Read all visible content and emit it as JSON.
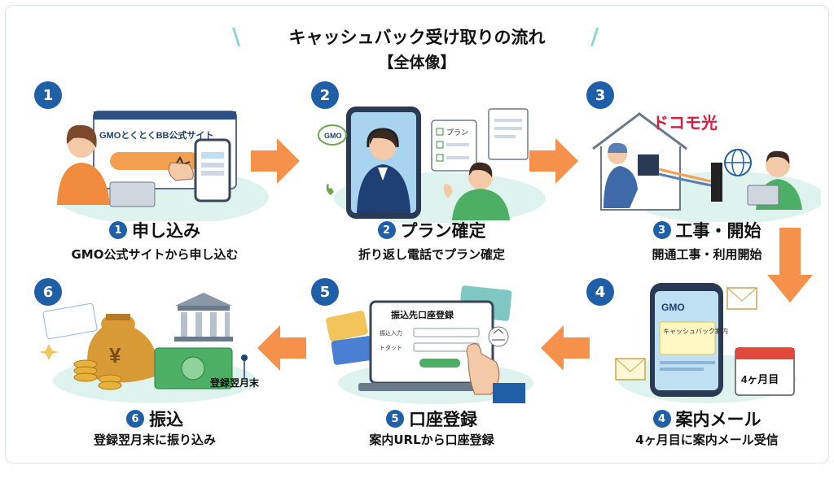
{
  "header": {
    "title": "キャッシュバック受け取りの流れ",
    "subtitle": "【全体像】"
  },
  "colors": {
    "accent": "#1f5fa8",
    "arrow": "#f5914a",
    "mint": "#dff3ee",
    "orange": "#f2a050"
  },
  "steps": [
    {
      "number": "1",
      "label": "申し込み",
      "desc": "GMO公式サイトから申し込む",
      "illus": {
        "site_name": "GMOとくとくBB公式サイト"
      }
    },
    {
      "number": "2",
      "label": "プラン確定",
      "desc": "折り返し電話でプラン確定",
      "illus": {
        "bubble_logo": "GMO",
        "doc_label": "プラン"
      }
    },
    {
      "number": "3",
      "label": "工事・開始",
      "desc": "開通工事・利用開始",
      "illus": {
        "brand": "ドコモ光"
      }
    },
    {
      "number": "4",
      "label": "案内メール",
      "desc": "4ヶ月目に案内メール受信",
      "illus": {
        "phone_logo": "GMO",
        "message": "キャッシュバック案内",
        "calendar": "4ヶ月目"
      }
    },
    {
      "number": "5",
      "label": "口座登録",
      "desc": "案内URLから口座登録",
      "illus": {
        "form_title": "振込先口座登録",
        "field1": "振込入力",
        "field2": "トタット"
      }
    },
    {
      "number": "6",
      "label": "振込",
      "desc": "登録翌月末に振り込み",
      "illus": {
        "note": "登録翌月末",
        "yen": "¥"
      }
    }
  ]
}
